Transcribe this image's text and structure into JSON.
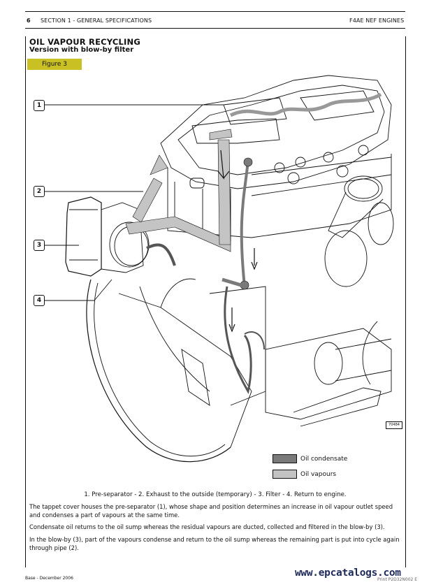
{
  "header": {
    "page_number": "6",
    "section": "SECTION 1 - GENERAL SPECIFICATIONS",
    "manual": "F4AE NEF ENGINES"
  },
  "content": {
    "title": "OIL VAPOUR RECYCLING",
    "subtitle": "Version with blow-by filter",
    "figure_label": "Figure 3",
    "figure_ref": "70484",
    "callouts": [
      "1",
      "2",
      "3",
      "4"
    ],
    "legend": [
      {
        "label": "Oil condensate",
        "color": "#7a7a7a"
      },
      {
        "label": "Oil vapours",
        "color": "#c4c4c4"
      }
    ],
    "caption": "1. Pre-separator - 2. Exhaust to the outside (temporary) - 3. Filter - 4. Return to engine.",
    "paragraphs": [
      "The tappet cover houses the pre-separator (1), whose shape and position determines an increase in oil vapour outlet speed and condenses a part of vapours at the same time.",
      "Condensate oil returns to the oil sump whereas the residual vapours are ducted, collected and filtered in the blow-by (3).",
      "In the blow-by (3), part of the vapours condense and return to the oil sump whereas the remaining part is put into cycle again through pipe (2)."
    ]
  },
  "footer": {
    "edition": "Base - December 2006",
    "print_ref": "Print P2D32N002 E",
    "watermark": "www.epcatalogs.com"
  },
  "colors": {
    "figure_badge": "#c9c023",
    "condensate": "#7a7a7a",
    "vapours": "#c4c4c4"
  }
}
